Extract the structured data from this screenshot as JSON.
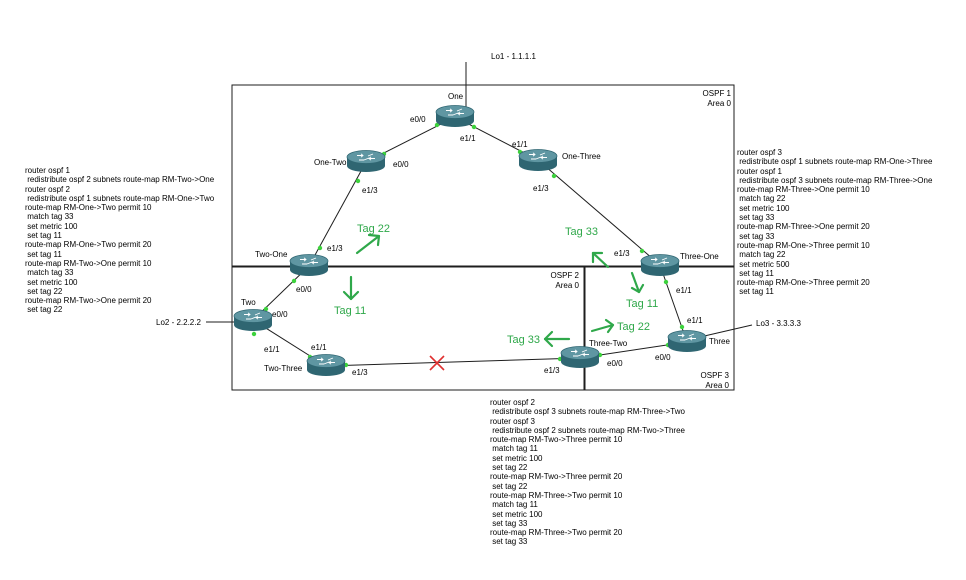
{
  "colors": {
    "link": "#1e1e1e",
    "dot": "#3cd23c",
    "tag": "#2fa84a",
    "router_top": "#5f96a2",
    "router_side": "#2f6672",
    "fail": "#e03030"
  },
  "areas": [
    {
      "name": "OSPF 1",
      "area": "Area 0"
    },
    {
      "name": "OSPF 2",
      "area": "Area 0"
    },
    {
      "name": "OSPF 3",
      "area": "Area 0"
    }
  ],
  "routers": {
    "one": "One",
    "one_two": "One-Two",
    "one_three": "One-Three",
    "two_one": "Two-One",
    "two": "Two",
    "two_three": "Two-Three",
    "three_one": "Three-One",
    "three_two": "Three-Two",
    "three": "Three"
  },
  "loopbacks": {
    "lo1": "Lo1 - 1.1.1.1",
    "lo2": "Lo2 - 2.2.2.2",
    "lo3": "Lo3 - 3.3.3.3"
  },
  "interfaces": {
    "one_e00": "e0/0",
    "onetwo_e00": "e0/0",
    "one_e11": "e1/1",
    "onethree_e11": "e1/1",
    "onetwo_e13": "e1/3",
    "twoone_e13": "e1/3",
    "twoone_e00": "e0/0",
    "two_e00": "e0/0",
    "two_e11": "e1/1",
    "twothree_e11": "e1/1",
    "twothree_e13": "e1/3",
    "threetwo_e13": "e1/3",
    "threetwo_e00": "e0/0",
    "three_e00": "e0/0",
    "three_e11": "e1/1",
    "threeone_e11": "e1/1",
    "threeone_e13": "e1/3",
    "onethree_e13": "e1/3"
  },
  "tags": {
    "t22_left": "Tag 22",
    "t11_left": "Tag 11",
    "t33_right": "Tag 33",
    "t11_right": "Tag 11",
    "t33_bottom": "Tag 33",
    "t22_bottom": "Tag 22"
  },
  "configs": {
    "left": [
      "router ospf 1",
      " redistribute ospf 2 subnets route-map RM-Two->One",
      "router ospf 2",
      " redistribute ospf 1 subnets route-map RM-One->Two",
      "route-map RM-One->Two permit 10",
      " match tag 33",
      " set metric 100",
      " set tag 11",
      "route-map RM-One->Two permit 20",
      " set tag 11",
      "route-map RM-Two->One permit 10",
      " match tag 33",
      " set metric 100",
      " set tag 22",
      "route-map RM-Two->One permit 20",
      " set tag 22"
    ],
    "right": [
      "router ospf 3",
      " redistribute ospf 1 subnets route-map RM-One->Three",
      "router ospf 1",
      " redistribute ospf 3 subnets route-map RM-Three->One",
      "route-map RM-Three->One permit 10",
      " match tag 22",
      " set metric 100",
      " set tag 33",
      "route-map RM-Three->One permit 20",
      " set tag 33",
      "route-map RM-One->Three permit 10",
      " match tag 22",
      " set metric 500",
      " set tag 11",
      "route-map RM-One->Three permit 20",
      " set tag 11"
    ],
    "bottom": [
      "router ospf 2",
      " redistribute ospf 3 subnets route-map RM-Three->Two",
      "router ospf 3",
      " redistribute ospf 2 subnets route-map RM-Two->Three",
      "route-map RM-Two->Three permit 10",
      " match tag 11",
      " set metric 100",
      " set tag 22",
      "route-map RM-Two->Three permit 20",
      " set tag 22",
      "route-map RM-Three->Two permit 10",
      " match tag 11",
      " set metric 100",
      " set tag 33",
      "route-map RM-Three->Two permit 20",
      " set tag 33"
    ]
  }
}
